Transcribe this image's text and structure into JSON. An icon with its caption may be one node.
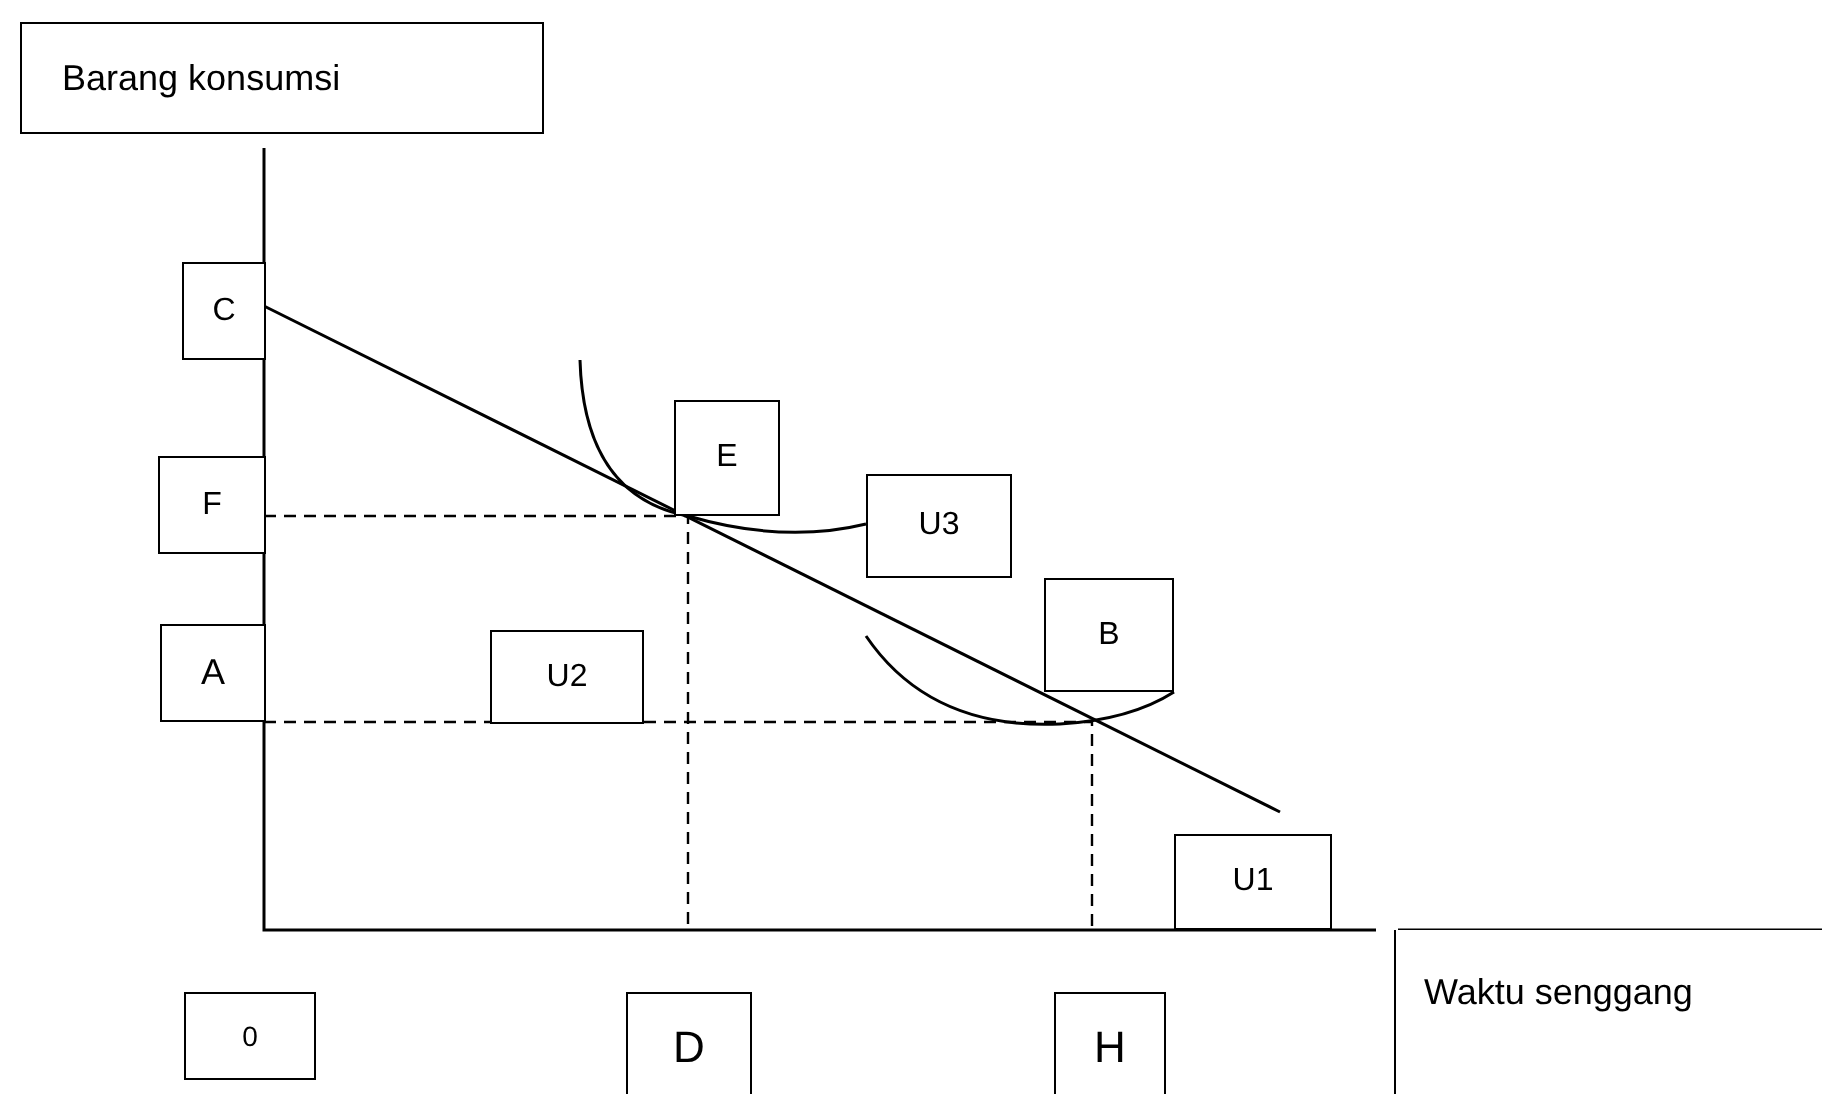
{
  "diagram": {
    "nodes": [
      {
        "text": [
          "Barang konsumsi"
        ]
      },
      {
        "text": [
          "C"
        ]
      },
      {
        "text": [
          "E"
        ]
      },
      {
        "text": [
          "F"
        ]
      },
      {
        "text": [
          "U3"
        ]
      },
      {
        "text": [
          "B"
        ]
      },
      {
        "text": [
          "A"
        ]
      },
      {
        "text": [
          "U2"
        ]
      },
      {
        "text": [
          "U1"
        ]
      },
      {
        "text": [
          "0"
        ]
      },
      {
        "text": [
          "D"
        ]
      },
      {
        "text": [
          "H"
        ]
      },
      {
        "text": [
          "Waktu senggang"
        ]
      }
    ]
  }
}
